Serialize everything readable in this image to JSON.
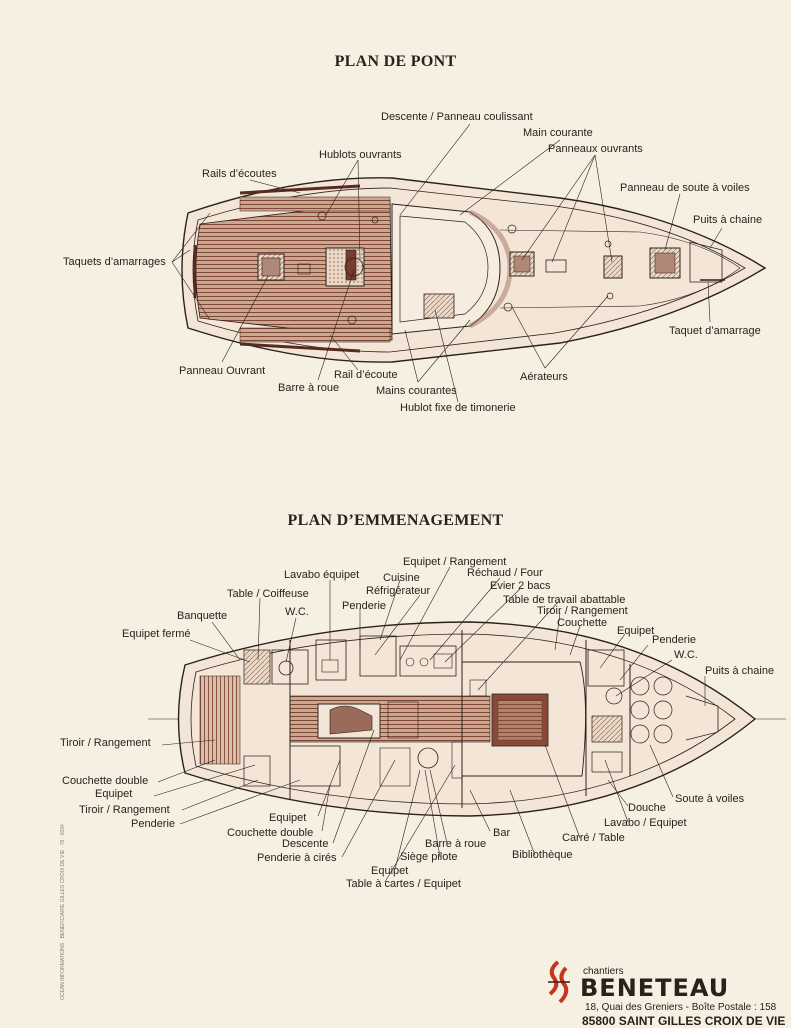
{
  "deck_plan": {
    "title": "PLAN DE PONT",
    "labels": {
      "descente": "Descente / Panneau coulissant",
      "main_courante": "Main courante",
      "hublots_ouvrants": "Hublots ouvrants",
      "panneaux_ouvrants": "Panneaux ouvrants",
      "rails_ecoutes": "Rails d’écoutes",
      "panneau_soute": "Panneau de soute à voiles",
      "puits_chaine": "Puits à chaine",
      "taquets_amarrages": "Taquets d’amarrages",
      "taquet_amarrage": "Taquet d’amarrage",
      "panneau_ouvrant": "Panneau Ouvrant",
      "rail_ecoute": "Rail d’écoute",
      "aerateurs": "Aérateurs",
      "barre_roue": "Barre à roue",
      "mains_courantes": "Mains courantes",
      "hublot_fixe": "Hublot fixe de timonerie"
    }
  },
  "interior_plan": {
    "title": "PLAN D’EMMENAGEMENT",
    "labels": {
      "equipet_rangement": "Equipet / Rangement",
      "lavabo_equipet_top": "Lavabo équipet",
      "cuisine": "Cuisine",
      "rechaud_four": "Réchaud / Four",
      "refrigerateur": "Réfrigérateur",
      "evier": "Evier 2 bacs",
      "table_coiffeuse": "Table / Coiffeuse",
      "table_travail": "Table de travail abattable",
      "penderie_top": "Penderie",
      "tiroir_rangement_top": "Tiroir / Rangement",
      "banquette": "Banquette",
      "wc_left": "W.C.",
      "couchette_right": "Couchette",
      "equipet_ferme": "Equipet fermé",
      "equipet_right": "Equipet",
      "penderie_right": "Penderie",
      "wc_right": "W.C.",
      "puits_chaine": "Puits à chaine",
      "tiroir_rangement_left": "Tiroir / Rangement",
      "couchette_double_left": "Couchette double",
      "equipet_left": "Equipet",
      "tiroir_rangement_left2": "Tiroir / Rangement",
      "penderie_left": "Penderie",
      "equipet_mid": "Equipet",
      "couchette_double_mid": "Couchette double",
      "descente": "Descente",
      "penderie_cires": "Penderie à cirés",
      "equipet_bottom": "Equipet",
      "table_cartes": "Table à cartes / Equipet",
      "barre_roue": "Barre à roue",
      "siege_pilote": "Siège pilote",
      "bar": "Bar",
      "bibliotheque": "Bibliothèque",
      "carre_table": "Carré / Table",
      "lavabo_equipet": "Lavabo / Equipet",
      "douche": "Douche",
      "soute_voiles": "Soute à voiles"
    }
  },
  "footer": {
    "chantiers": "chantiers",
    "brand": "BENETEAU",
    "address": "18, Quai des Greniers  -  Boîte Postale : 158",
    "city": "85800 SAINT GILLES CROIX DE VIE",
    "side_print": "OCEAN INFORMATIONS · BENEFICIAIRE GILLES CROIX DE VIE · 78 · 0094"
  },
  "colors": {
    "paper": "#f6f0e2",
    "ink": "#2b211c",
    "teak": "#7a3b2e",
    "brand_red": "#c8341e"
  }
}
